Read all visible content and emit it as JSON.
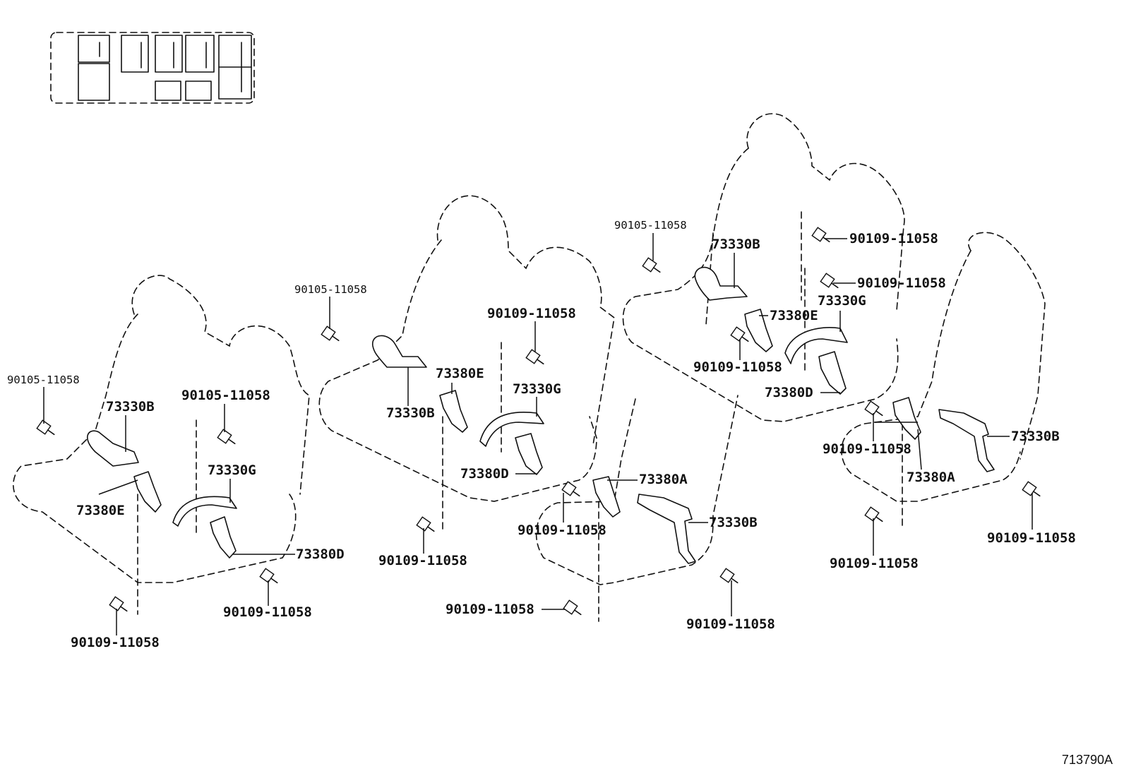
{
  "drawing_id": "713790A",
  "seat_groups": [
    {
      "name": "left-rear-seat",
      "labels": [
        "90105-11058",
        "73330B",
        "90105-11058",
        "73330G",
        "73380E",
        "73380D",
        "90109-11058",
        "90109-11058"
      ]
    },
    {
      "name": "center-middle-seat",
      "labels": [
        "90105-11058",
        "90109-11058",
        "73380E",
        "73330G",
        "73330B",
        "73380D",
        "90109-11058"
      ]
    },
    {
      "name": "center-front-seat",
      "labels": [
        "73380A",
        "73330B",
        "90109-11058",
        "90109-11058",
        "90109-11058"
      ]
    },
    {
      "name": "right-rear-seat",
      "labels": [
        "90105-11058",
        "73330B",
        "90109-11058",
        "90109-11058",
        "73380E",
        "73330G",
        "90109-11058",
        "73380D"
      ]
    },
    {
      "name": "right-front-seat",
      "labels": [
        "90109-11058",
        "73330B",
        "73380A",
        "90109-11058",
        "90109-11058"
      ]
    }
  ]
}
